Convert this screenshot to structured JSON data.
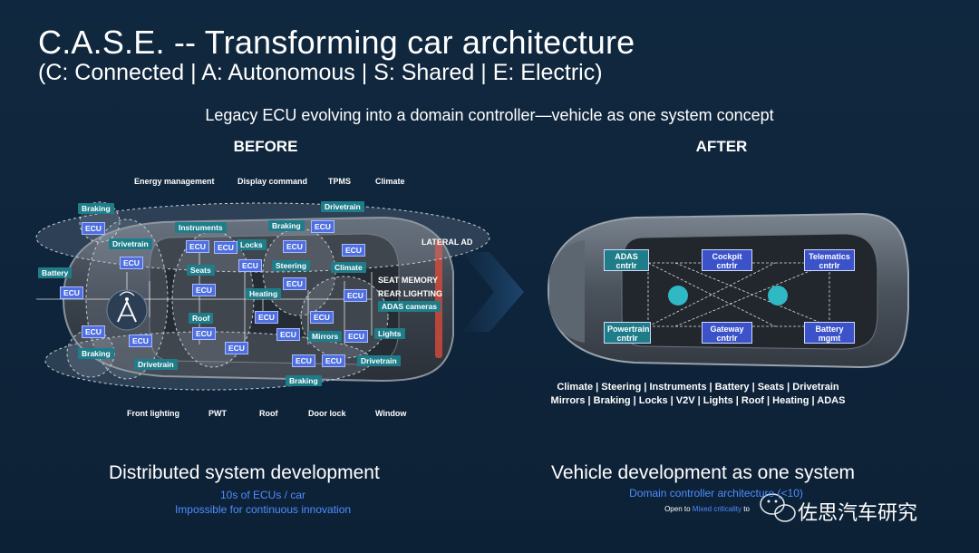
{
  "title": "C.A.S.E. -- Transforming car architecture",
  "subtitle": "(C: Connected  |  A: Autonomous  |  S: Shared  |  E: Electric)",
  "headline": "Legacy ECU evolving into a domain controller—vehicle as one system concept",
  "before": {
    "heading": "BEFORE",
    "top_labels": [
      "Energy management",
      "Display command",
      "TPMS",
      "Climate"
    ],
    "bottom_labels": [
      "Front lighting",
      "PWT",
      "Roof",
      "Door lock",
      "Window"
    ],
    "right_labels": [
      "LATERAL AD",
      "SEAT MEMORY",
      "REAR LIGHTING"
    ],
    "function_tags": [
      "Braking",
      "Drivetrain",
      "Battery",
      "Instruments",
      "Braking",
      "Drivetrain",
      "Locks",
      "Seats",
      "Steering",
      "Climate",
      "Heating",
      "Roof",
      "Mirrors",
      "Lights",
      "ADAS cameras",
      "Braking",
      "Drivetrain",
      "Drivetrain",
      "Braking"
    ],
    "ecu_label": "ECU",
    "summary_title": "Distributed system development",
    "summary_lines": [
      "10s of ECUs / car",
      "Impossible for continuous innovation"
    ]
  },
  "after": {
    "heading": "AFTER",
    "controllers": [
      {
        "label": "ADAS cntrlr",
        "style": "teal"
      },
      {
        "label": "Cockpit cntrlr",
        "style": "blue"
      },
      {
        "label": "Telematics cntrlr",
        "style": "teal"
      },
      {
        "label": "Powertrain cntrlr",
        "style": "teal"
      },
      {
        "label": "Gateway cntrlr",
        "style": "blue"
      },
      {
        "label": "Battery mgmt",
        "style": "blue"
      }
    ],
    "features_line1": "Climate | Steering | Instruments | Battery | Seats | Drivetrain",
    "features_line2": "Mirrors | Braking | Locks | V2V | Lights | Roof | Heating | ADAS",
    "summary_title": "Vehicle development as one system",
    "summary_line1": "Domain controller architecture (<10)",
    "summary_line2_a": "Open to",
    "summary_line2_b": "Mixed criticality",
    "summary_line2_c": "to"
  },
  "watermark": "佐思汽车研究",
  "colors": {
    "background": "#10283f",
    "tag_teal": "#1f7d8a",
    "ecu_blue": "#4f6fe0",
    "controller_blue": "#3b52c9",
    "accent_text_blue": "#4d8dff"
  }
}
